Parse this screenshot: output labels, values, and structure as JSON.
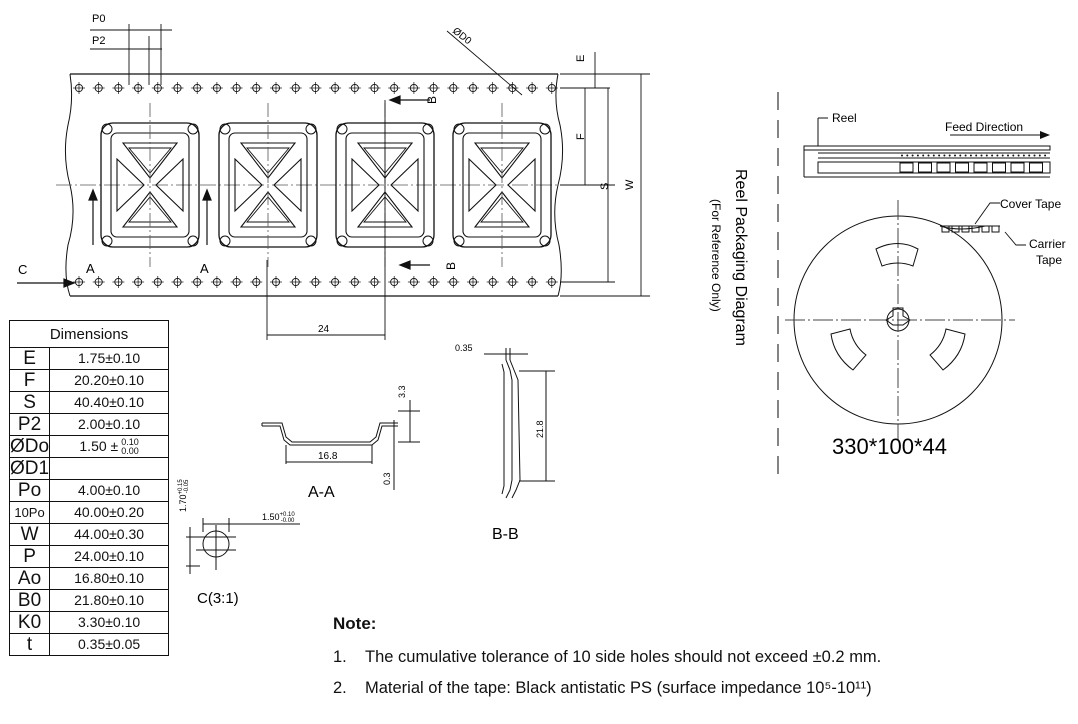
{
  "labels": {
    "p0": "P0",
    "p2": "P2",
    "d0": "ØD0",
    "e": "E",
    "f": "F",
    "s": "S",
    "w": "W",
    "b": "B",
    "a": "A",
    "c": "C",
    "pitch": "24",
    "aa_h": "3.3",
    "aa_w": "16.8",
    "aa_b": "0.3",
    "aa_title": "A-A",
    "bb_t": "0.35",
    "bb_h": "21.8",
    "bb_title": "B-B",
    "c_h": "1.70",
    "c_h_tol_up": "+0.15",
    "c_h_tol_dn": "-0.05",
    "c_w": "1.50",
    "c_w_tol_up": "+0.10",
    "c_w_tol_dn": "-0.00",
    "c_title": "C(3:1)"
  },
  "reel": {
    "title": "Reel Packaging Diagram",
    "subtitle": "(For Reference Only)",
    "reel_label": "Reel",
    "feed_label": "Feed Direction",
    "cover_label": "Cover Tape",
    "carrier_label_1": "Carrier",
    "carrier_label_2": "Tape",
    "size": "330*100*44"
  },
  "table": {
    "header": "Dimensions",
    "rows": [
      {
        "k": "E",
        "v": "1.75±0.10"
      },
      {
        "k": "F",
        "v": "20.20±0.10"
      },
      {
        "k": "S",
        "v": "40.40±0.10"
      },
      {
        "k": "P2",
        "v": "2.00±0.10"
      },
      {
        "k": "ØDo",
        "v": "1.50 ±",
        "tol_up": "0.10",
        "tol_dn": "0.00"
      },
      {
        "k": "ØD1",
        "v": ""
      },
      {
        "k": "Po",
        "v": "4.00±0.10"
      },
      {
        "k": "10Po",
        "v": "40.00±0.20"
      },
      {
        "k": "W",
        "v": "44.00±0.30"
      },
      {
        "k": "P",
        "v": "24.00±0.10"
      },
      {
        "k": "Ao",
        "v": "16.80±0.10"
      },
      {
        "k": "B0",
        "v": "21.80±0.10"
      },
      {
        "k": "K0",
        "v": "3.30±0.10"
      },
      {
        "k": "t",
        "v": "0.35±0.05"
      }
    ]
  },
  "notes": {
    "heading": "Note:",
    "n1_num": "1.",
    "n1": "The cumulative tolerance of 10 side holes should not exceed ±0.2 mm.",
    "n2_num": "2.",
    "n2": "Material of the tape: Black antistatic PS (surface impedance 10⁵-10¹¹)"
  }
}
